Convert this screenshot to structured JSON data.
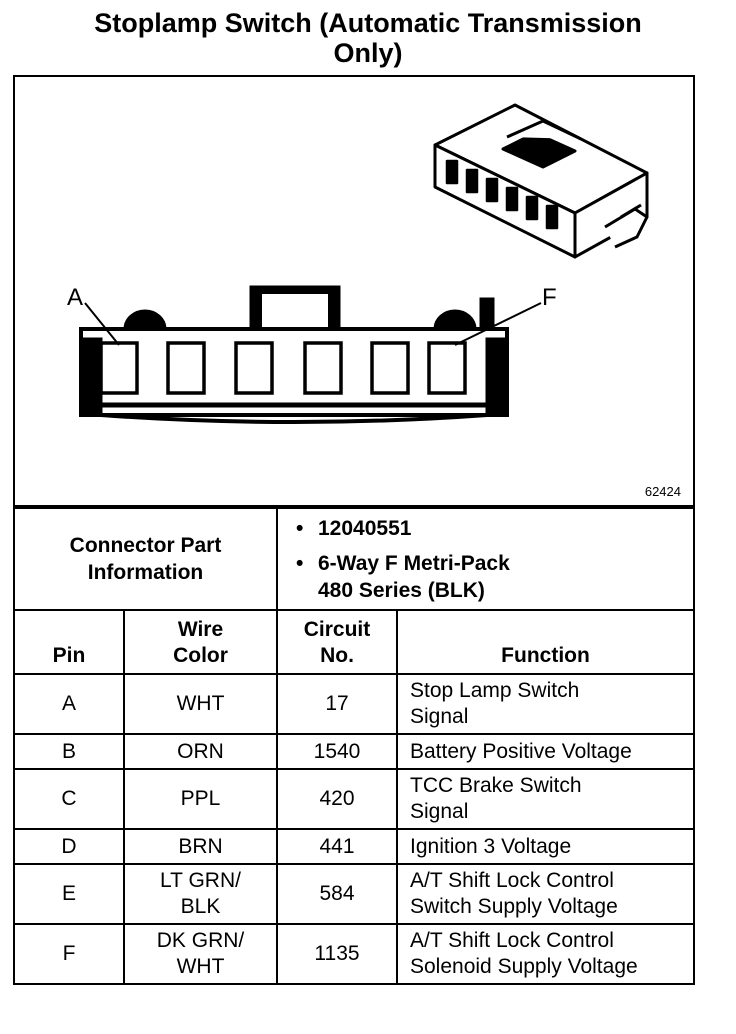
{
  "title": {
    "line1": "Stoplamp Switch (Automatic Transmission",
    "line2": "Only)"
  },
  "figure": {
    "id": "62424",
    "pin_start_label": "A",
    "pin_end_label": "F"
  },
  "connector": {
    "label_line1": "Connector Part",
    "label_line2": "Information",
    "part_number": "12040551",
    "description_line1": "6-Way F Metri-Pack",
    "description_line2": "480 Series (BLK)"
  },
  "pins_table": {
    "headers": {
      "pin": "Pin",
      "wire_color_line1": "Wire",
      "wire_color_line2": "Color",
      "circuit_line1": "Circuit",
      "circuit_line2": "No.",
      "function": "Function"
    },
    "rows": [
      {
        "pin": "A",
        "wire_line1": "WHT",
        "wire_line2": "",
        "circuit": "17",
        "function_line1": "Stop Lamp Switch",
        "function_line2": "Signal"
      },
      {
        "pin": "B",
        "wire_line1": "ORN",
        "wire_line2": "",
        "circuit": "1540",
        "function_line1": "Battery Positive Voltage",
        "function_line2": ""
      },
      {
        "pin": "C",
        "wire_line1": "PPL",
        "wire_line2": "",
        "circuit": "420",
        "function_line1": "TCC Brake Switch",
        "function_line2": "Signal"
      },
      {
        "pin": "D",
        "wire_line1": "BRN",
        "wire_line2": "",
        "circuit": "441",
        "function_line1": "Ignition 3 Voltage",
        "function_line2": ""
      },
      {
        "pin": "E",
        "wire_line1": "LT GRN/",
        "wire_line2": "BLK",
        "circuit": "584",
        "function_line1": "A/T Shift Lock Control",
        "function_line2": "Switch Supply Voltage"
      },
      {
        "pin": "F",
        "wire_line1": "DK GRN/",
        "wire_line2": "WHT",
        "circuit": "1135",
        "function_line1": "A/T Shift Lock Control",
        "function_line2": "Solenoid Supply Voltage"
      }
    ]
  }
}
